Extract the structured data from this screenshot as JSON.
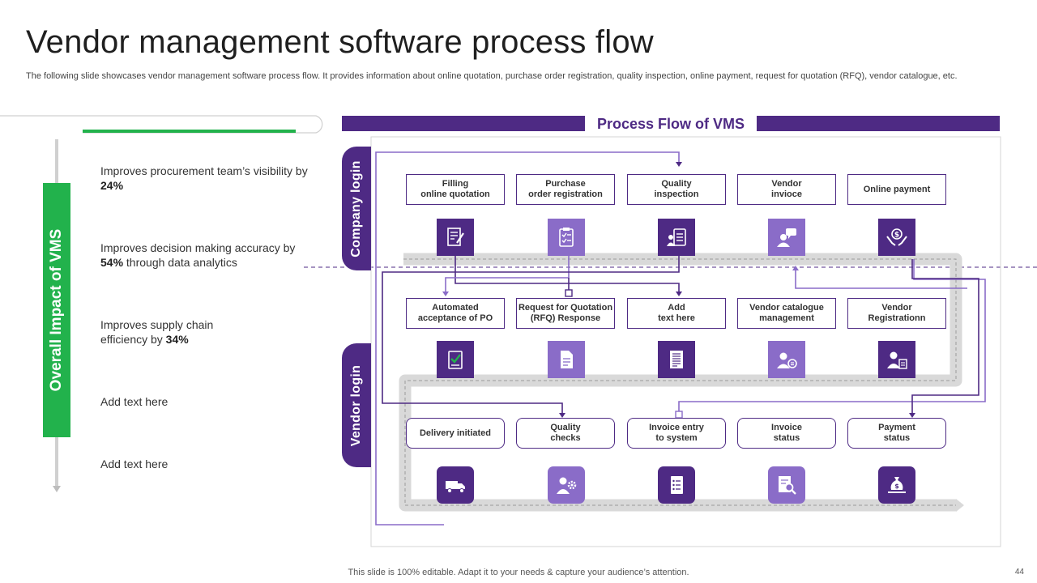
{
  "header": {
    "title": "Vendor management software process flow",
    "subtitle": "The following slide showcases vendor management software process flow. It provides information about online quotation, purchase order registration, quality inspection, online payment, request for quotation (RFQ), vendor catalogue, etc."
  },
  "impact": {
    "label": "Overall Impact of VMS",
    "items": [
      {
        "text": "Improves procurement team’s visibility by ",
        "value": "24%",
        "suffix": ""
      },
      {
        "text": "Improves decision making accuracy by ",
        "value": "54%",
        "suffix": " through data analytics"
      },
      {
        "text": "Improves supply chain efficiency by ",
        "value": "34%",
        "suffix": ""
      },
      {
        "text": "Add text here",
        "value": "",
        "suffix": ""
      },
      {
        "text": "Add text here",
        "value": "",
        "suffix": ""
      }
    ]
  },
  "flow": {
    "title": "Process Flow of VMS",
    "company_tab": "Company login",
    "vendor_tab": "Vendor login",
    "row1": [
      {
        "label": "Filling\nonline quotation",
        "icon": "document-edit-icon"
      },
      {
        "label": "Purchase\norder registration",
        "icon": "checklist-icon"
      },
      {
        "label": "Quality\ninspection",
        "icon": "inspection-clipboard-icon"
      },
      {
        "label": "Vendor\ninvioce",
        "icon": "user-chat-icon"
      },
      {
        "label": "Online payment",
        "icon": "hand-dollar-icon"
      }
    ],
    "row2": [
      {
        "label": "Automated\nacceptance of PO",
        "icon": "checked-document-icon"
      },
      {
        "label": "Request for Quotation\n(RFQ) Response",
        "icon": "document-icon"
      },
      {
        "label": "Add\ntext here",
        "icon": "text-document-icon"
      },
      {
        "label": "Vendor catalogue\nmanagement",
        "icon": "user-catalogue-icon"
      },
      {
        "label": "Vendor\nRegistrationn",
        "icon": "businessman-form-icon"
      }
    ],
    "row3": [
      {
        "label": "Delivery initiated",
        "icon": "delivery-truck-icon"
      },
      {
        "label": "Quality\nchecks",
        "icon": "person-gear-icon"
      },
      {
        "label": "Invoice entry\nto system",
        "icon": "list-document-icon"
      },
      {
        "label": "Invoice\nstatus",
        "icon": "search-document-icon"
      },
      {
        "label": "Payment\nstatus",
        "icon": "money-bag-icon"
      }
    ]
  },
  "footer": {
    "note": "This slide is 100% editable. Adapt it to your needs & capture your audience’s attention.",
    "page": "44"
  },
  "colors": {
    "primary": "#4e2a84",
    "secondary": "#8a6cc8",
    "accent": "#22b24c",
    "track": "#d9d9d9"
  }
}
